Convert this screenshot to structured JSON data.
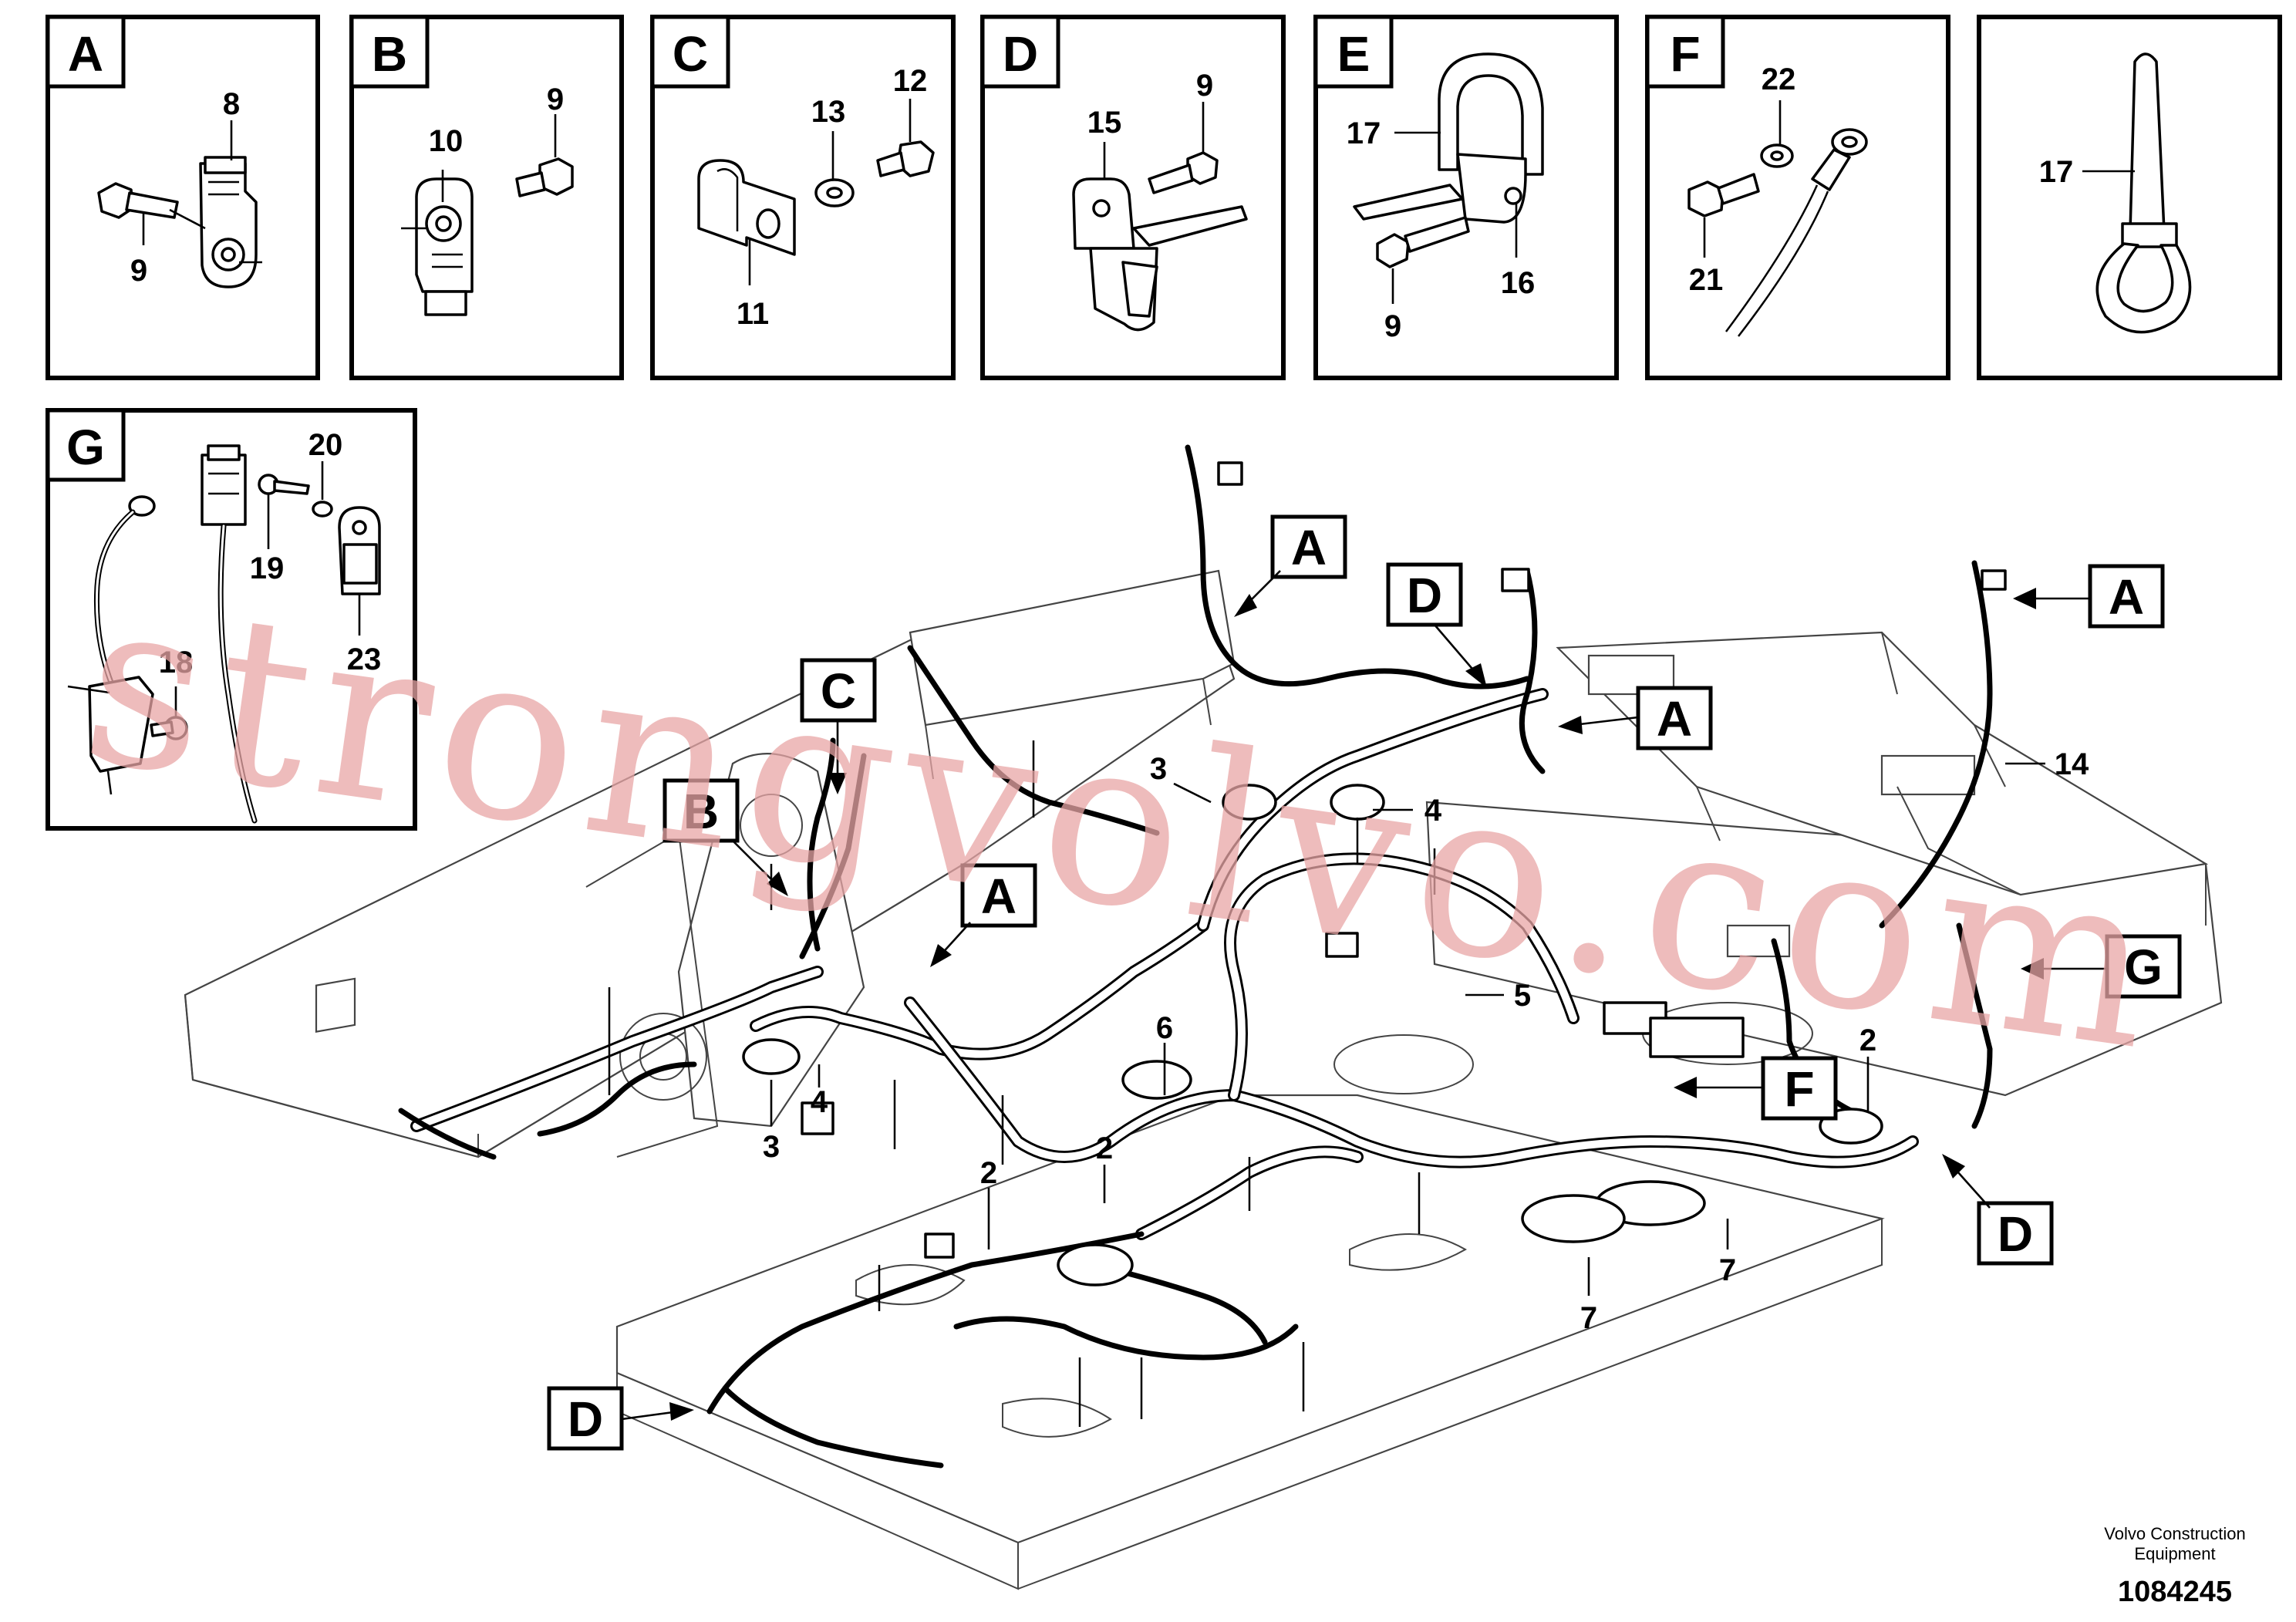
{
  "details": [
    {
      "letter": "A",
      "labels": [
        "8",
        "9"
      ]
    },
    {
      "letter": "B",
      "labels": [
        "10",
        "9"
      ]
    },
    {
      "letter": "C",
      "labels": [
        "13",
        "12",
        "11"
      ]
    },
    {
      "letter": "D",
      "labels": [
        "15",
        "9"
      ]
    },
    {
      "letter": "E",
      "labels": [
        "17",
        "16",
        "9"
      ]
    },
    {
      "letter": "F",
      "labels": [
        "22",
        "21"
      ]
    },
    {
      "letter": "",
      "labels": [
        "17"
      ]
    },
    {
      "letter": "G",
      "labels": [
        "20",
        "19",
        "18",
        "23"
      ]
    }
  ],
  "main_callouts": {
    "letters": [
      "A",
      "D",
      "A",
      "A",
      "C",
      "B",
      "A",
      "G",
      "F",
      "D",
      "D"
    ],
    "numbers": [
      "3",
      "4",
      "14",
      "5",
      "6",
      "4",
      "3",
      "2",
      "2",
      "2",
      "7",
      "7"
    ]
  },
  "watermark": "strongvolvo.com",
  "footer": {
    "company_line1": "Volvo Construction",
    "company_line2": "Equipment",
    "drawing_number": "1084245"
  },
  "icons": [
    "nut-clip-icon",
    "bolt-icon",
    "p-clamp-icon",
    "washer-icon",
    "cable-tie-mount-icon",
    "cable-tie-icon",
    "ring-terminal-icon",
    "connector-icon",
    "ground-cable-icon"
  ]
}
